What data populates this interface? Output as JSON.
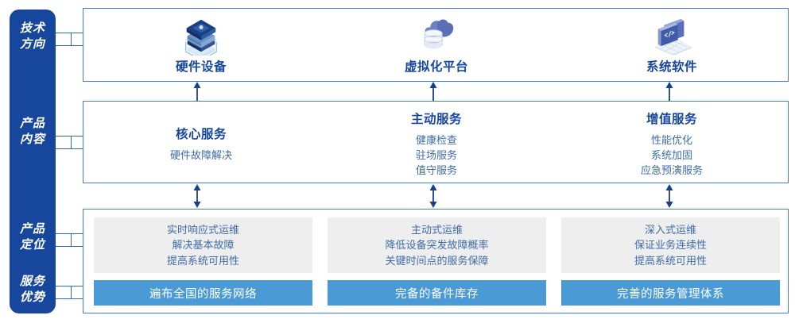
{
  "rail": {
    "color": "#16479d",
    "items": [
      {
        "name": "tech-direction",
        "lines": [
          "技术",
          "方向"
        ]
      },
      {
        "name": "product-content",
        "lines": [
          "产品",
          "内容"
        ]
      },
      {
        "name": "product-position",
        "lines": [
          "产品",
          "定位"
        ]
      },
      {
        "name": "service-advantage",
        "lines": [
          "服务",
          "优势"
        ]
      }
    ]
  },
  "tech_row": {
    "columns": [
      {
        "icon": "server-stack-icon",
        "label": "硬件设备"
      },
      {
        "icon": "cloud-database-icon",
        "label": "虚拟化平台"
      },
      {
        "icon": "laptop-code-icon",
        "label": "系统软件"
      }
    ]
  },
  "content_row": {
    "columns": [
      {
        "title": "核心服务",
        "lines": [
          "硬件故障解决"
        ]
      },
      {
        "title": "主动服务",
        "lines": [
          "健康检查",
          "驻场服务",
          "值守服务"
        ]
      },
      {
        "title": "增值服务",
        "lines": [
          "性能优化",
          "系统加固",
          "应急预演服务"
        ]
      }
    ]
  },
  "position_row": {
    "cards": [
      {
        "lines": [
          "实时响应式运维",
          "解决基本故障",
          "提高系统可用性"
        ]
      },
      {
        "lines": [
          "主动式运维",
          "降低设备突发故障概率",
          "关键时间点的服务保障"
        ]
      },
      {
        "lines": [
          "深入式运维",
          "保证业务连续性",
          "提高系统可用性"
        ]
      }
    ]
  },
  "advantage_row": {
    "bars": [
      {
        "label": "遍布全国的服务网络"
      },
      {
        "label": "完备的备件库存"
      },
      {
        "label": "完善的服务管理体系"
      }
    ]
  },
  "arrows": {
    "tech_to_content": {
      "name": "arrow-up",
      "type": "up"
    },
    "content_to_position": {
      "name": "arrow-up-down",
      "type": "updown"
    }
  },
  "colors": {
    "rail_blue": "#16479d",
    "panel_border": "#3f7ec4",
    "title_blue": "#16479d",
    "body_blue": "#3e6ca8",
    "bar_blue": "#4a9bd5",
    "card_grey": "#eeeeee"
  }
}
